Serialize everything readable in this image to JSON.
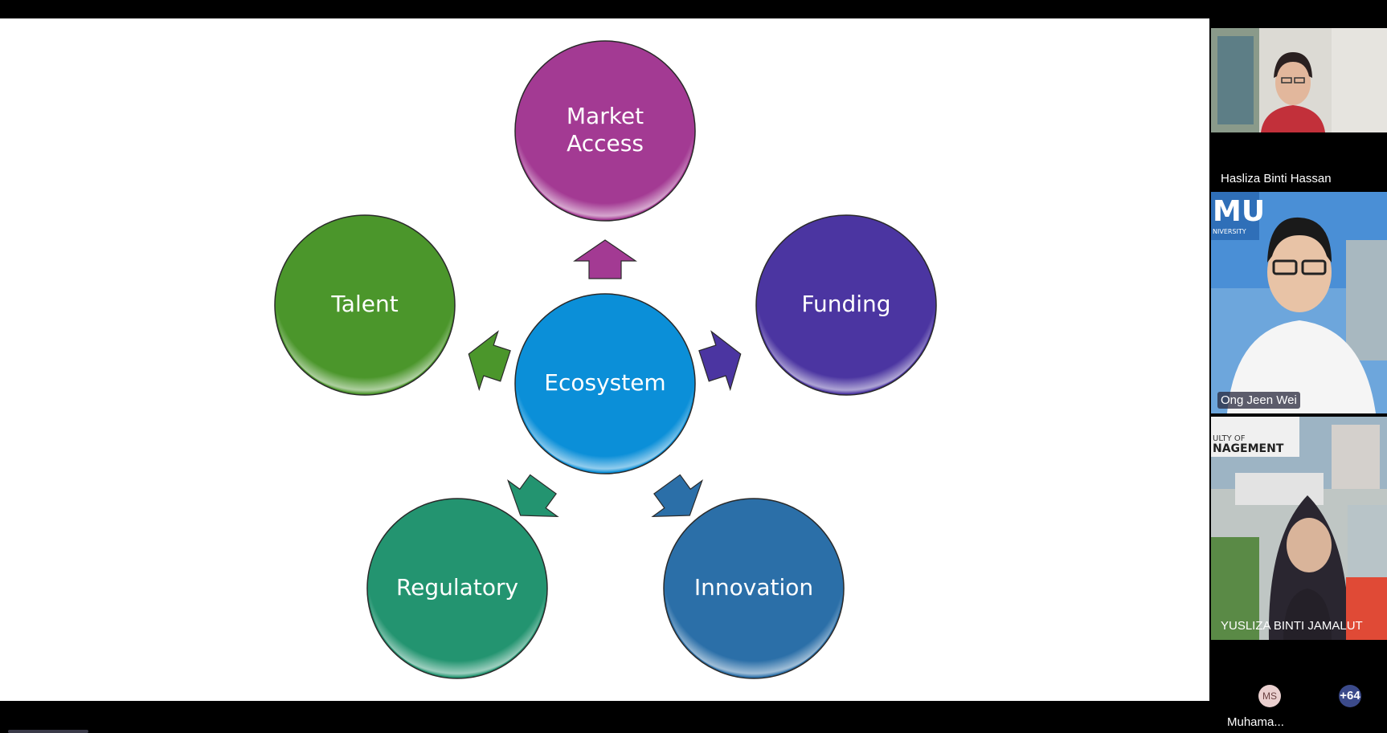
{
  "slide": {
    "center": {
      "label": "Ecosystem",
      "color": "#0b8fd8"
    },
    "nodes": [
      {
        "id": "market-access",
        "lines": [
          "Market",
          "Access"
        ],
        "color": "#a33a93"
      },
      {
        "id": "funding",
        "lines": [
          "Funding"
        ],
        "color": "#4b35a1"
      },
      {
        "id": "innovation",
        "lines": [
          "Innovation"
        ],
        "color": "#2b6fa8"
      },
      {
        "id": "regulatory",
        "lines": [
          "Regulatory"
        ],
        "color": "#239470"
      },
      {
        "id": "talent",
        "lines": [
          "Talent"
        ],
        "color": "#4b962b"
      }
    ]
  },
  "participants": [
    {
      "name": "Hasliza Binti Hassan",
      "video": "woman-glasses-red-top"
    },
    {
      "name": "Ong Jeen Wei",
      "video": "man-glasses-white-shirt"
    },
    {
      "name": "YUSLIZA BINTI JAMALUT",
      "video": "woman-hijab-campus-background"
    }
  ],
  "overflow": {
    "avatar_initials": "MS",
    "avatar_name": "Muhama...",
    "more_count": "+64",
    "more_color": "#3b4a8a"
  }
}
